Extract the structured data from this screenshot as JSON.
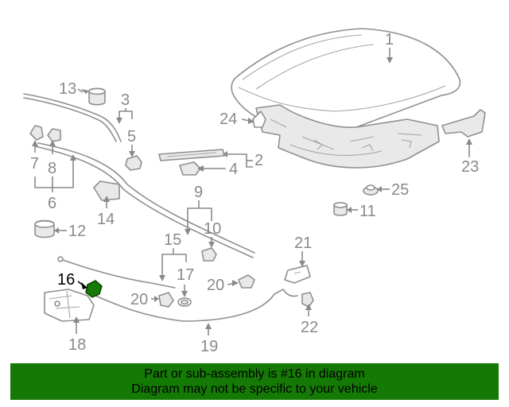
{
  "diagram": {
    "callouts": {
      "c1": "1",
      "c2": "2",
      "c3": "3",
      "c4": "4",
      "c5": "5",
      "c6": "6",
      "c7": "7",
      "c8": "8",
      "c9": "9",
      "c10": "10",
      "c11": "11",
      "c12": "12",
      "c13": "13",
      "c14": "14",
      "c15": "15",
      "c16": "16",
      "c17": "17",
      "c18": "18",
      "c19": "19",
      "c20a": "20",
      "c20b": "20",
      "c21": "21",
      "c22": "22",
      "c23": "23",
      "c24": "24",
      "c25": "25"
    },
    "highlight_color": "#157a05",
    "highlight_part": "16"
  },
  "banner": {
    "line1": "Part or sub-assembly is #16 in diagram",
    "line2": "Diagram may not be specific to your vehicle",
    "background": "#157a05"
  }
}
